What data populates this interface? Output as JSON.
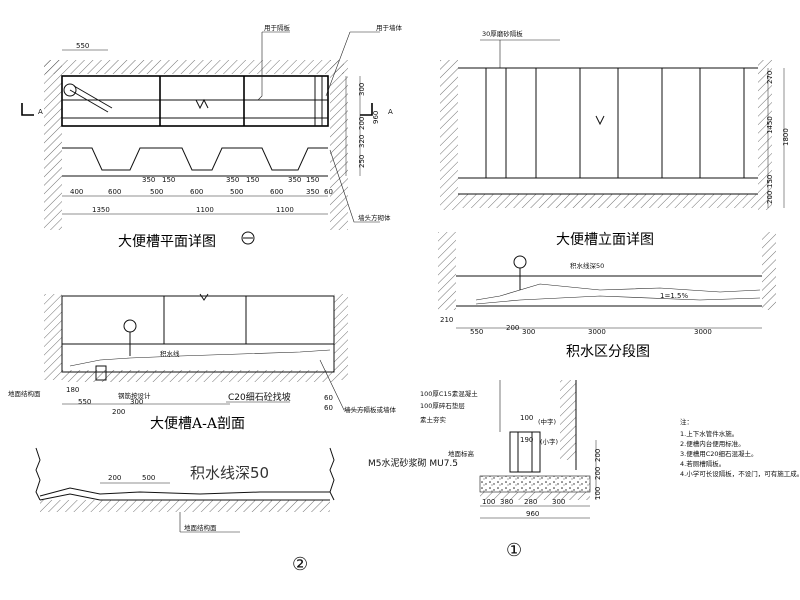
{
  "plan": {
    "title": "大便槽平面详图",
    "section_marker_left": "A",
    "section_marker_right": "A",
    "label_partition": "用于隔板",
    "label_wall": "用于墙体",
    "label_end_wall": "墙头方砌体",
    "dim_top": "550",
    "dims_row1": [
      "400",
      "600",
      "500",
      "600",
      "500",
      "600",
      "350",
      "60"
    ],
    "dims_row2": [
      "1350",
      "1100",
      "1100"
    ],
    "dims_inner": [
      "350",
      "150",
      "350",
      "150",
      "350",
      "150"
    ],
    "dims_right": [
      "300",
      "960",
      "200",
      "320",
      "250"
    ],
    "axis_mark": "㊀"
  },
  "elevation": {
    "title": "大便槽立面详图",
    "label_board": "30厚磨砂隔板",
    "dims_right": [
      "270",
      "1450",
      "1800",
      "150",
      "200"
    ]
  },
  "section": {
    "title": "大便槽A-A剖面",
    "label_water_line": "积水线",
    "label_floor": "地面结构面",
    "label_rebar": "钢筋按设计",
    "label_concrete": "C20细石砼找坡",
    "label_end": "墙头方隔板或墙体",
    "dims": [
      "180",
      "550",
      "300",
      "200"
    ],
    "dims_right": [
      "60",
      "60"
    ]
  },
  "zoning": {
    "title": "积水区分段图",
    "label_depth": "积水线深50",
    "slope": "1=1.5%",
    "dims": [
      "210",
      "550",
      "200",
      "300",
      "3000",
      "3000"
    ]
  },
  "detail2": {
    "label_depth": "积水线深50",
    "dims": [
      "200",
      "500"
    ],
    "label_floor": "地面结构面",
    "marker": "②"
  },
  "detail1": {
    "label_c15": "100厚C15素混凝土",
    "label_gravel": "100厚碎石垫层",
    "label_soil": "素土夯实",
    "label_finish": "地面标高",
    "label_brick": "M5水泥砂浆砌 MU7.5",
    "label_mid": "(中字)",
    "label_small": "(小字)",
    "dims_top": [
      "100",
      "190"
    ],
    "dims_bottom": [
      "100",
      "380",
      "280",
      "300"
    ],
    "dim_total": "960",
    "dims_right": [
      "200",
      "200",
      "100"
    ],
    "marker": "①"
  },
  "notes": {
    "heading": "注：",
    "items": [
      "1.上下水管件水施。",
      "2.便槽内台便用标准。",
      "3.便槽用C20细石混凝土。",
      "4.若厕槽隔板。",
      "4.小学可长设隔板，不设门，可有施工成。"
    ]
  }
}
